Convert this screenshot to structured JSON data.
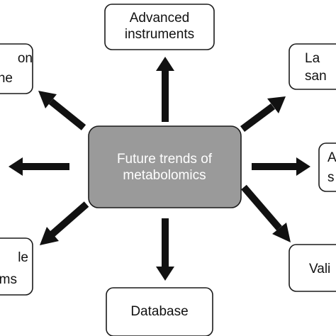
{
  "center": {
    "lines": [
      "Future trends of",
      "metabolomics"
    ]
  },
  "nodes": {
    "top": {
      "lines": [
        "Advanced",
        "instruments"
      ]
    },
    "top_left": {
      "lines": [
        "on",
        "ne"
      ]
    },
    "top_right": {
      "lines": [
        "La",
        "san"
      ]
    },
    "right": {
      "lines": [
        "A",
        "s"
      ]
    },
    "bottom_right": {
      "lines": [
        "Vali"
      ]
    },
    "bottom": {
      "lines": [
        "Database"
      ]
    },
    "bottom_left": {
      "lines": [
        "le",
        "ms"
      ]
    }
  },
  "colors": {
    "center_fill": "#9a9a9a",
    "center_text": "#ffffff",
    "arrow": "#111111",
    "box_stroke": "#1a1a1a"
  }
}
